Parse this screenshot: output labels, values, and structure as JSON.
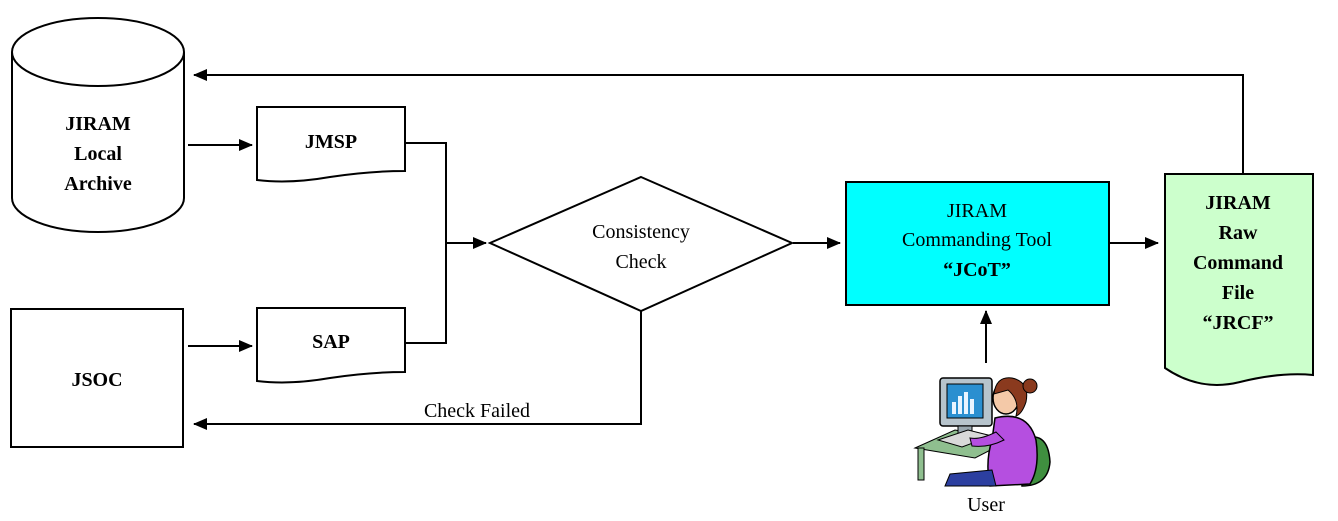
{
  "archive": {
    "lines": [
      "JIRAM",
      "Local",
      "Archive"
    ]
  },
  "jsoc": {
    "label": "JSOC"
  },
  "jmsp": {
    "label": "JMSP"
  },
  "sap": {
    "label": "SAP"
  },
  "consistency_check": {
    "lines": [
      "Consistency",
      "Check"
    ]
  },
  "jcot": {
    "lines": [
      "JIRAM",
      "Commanding Tool",
      "“JCoT”"
    ]
  },
  "jrcf": {
    "lines": [
      "JIRAM",
      "Raw",
      "Command",
      "File",
      "“JRCF”"
    ]
  },
  "check_failed": {
    "label": "Check Failed"
  },
  "user": {
    "label": "User"
  },
  "colors": {
    "jcot_fill": "#00ffff",
    "jrcf_fill": "#ccffcc",
    "line": "#000000"
  }
}
